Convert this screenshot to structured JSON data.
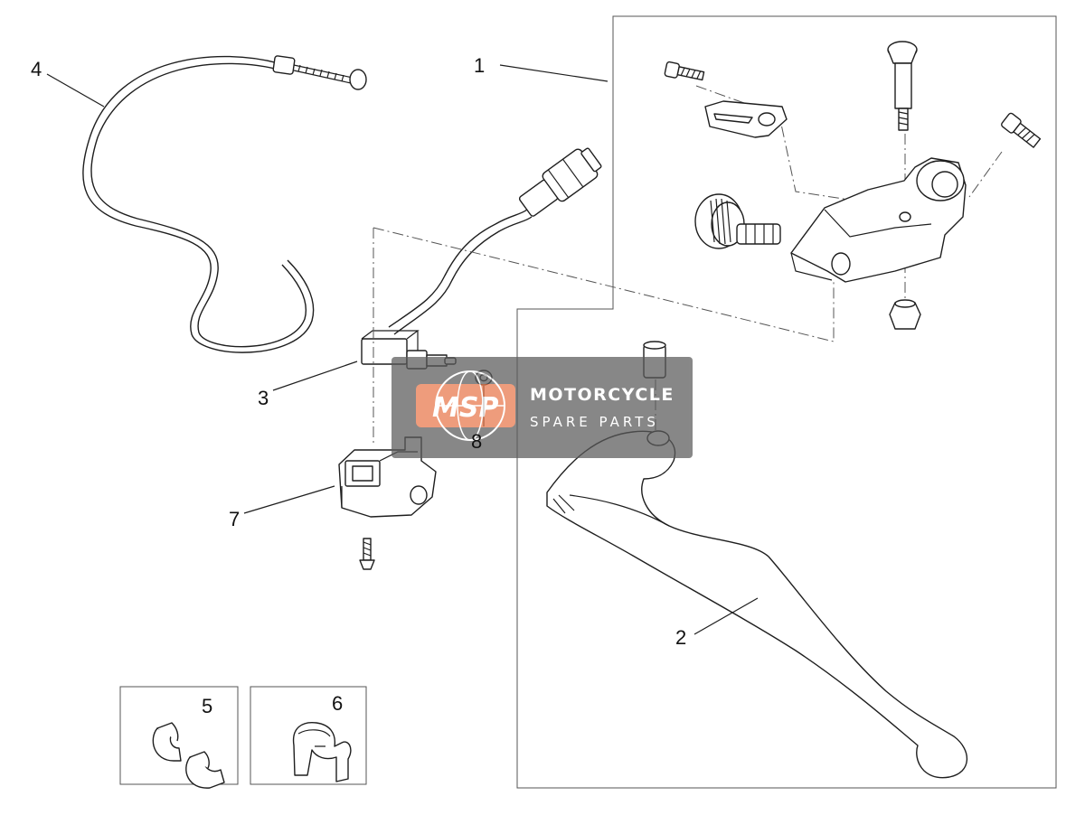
{
  "callouts": [
    {
      "id": "label-1",
      "text": "1"
    },
    {
      "id": "label-2",
      "text": "2"
    },
    {
      "id": "label-3",
      "text": "3"
    },
    {
      "id": "label-4",
      "text": "4"
    },
    {
      "id": "label-5",
      "text": "5"
    },
    {
      "id": "label-6",
      "text": "6"
    },
    {
      "id": "label-7",
      "text": "7"
    },
    {
      "id": "label-8",
      "text": "8"
    }
  ],
  "watermark": {
    "logo": "MSP",
    "title": "MOTORCYCLE",
    "subtitle": "SPARE PARTS"
  },
  "colors": {
    "line": "#1e1e1e",
    "watermark_bg": "#5a5a5a",
    "watermark_accent": "#e8774a"
  }
}
